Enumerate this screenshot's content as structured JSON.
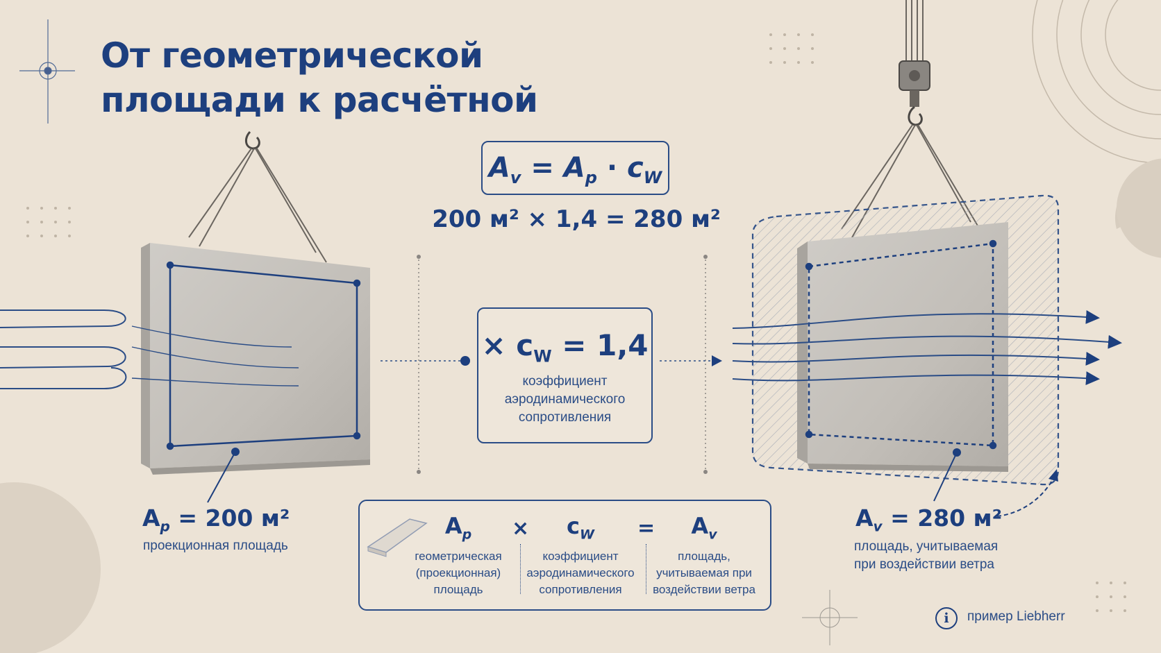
{
  "title": {
    "line1": "От геометрической",
    "line2": "площади к расчётной"
  },
  "formula": {
    "lhs": "A",
    "lhs_sub": "v",
    "eq": " = ",
    "a": "A",
    "a_sub": "p",
    "dot": " · ",
    "c": "c",
    "c_sub": "W"
  },
  "calculation": "200 м² × 1,4 = 280 м²",
  "coefficient": {
    "prefix": "× c",
    "sub": "W",
    "value": " = 1,4",
    "desc_line1": "коэффициент",
    "desc_line2": "аэродинамического",
    "desc_line3": "сопротивления"
  },
  "left_panel": {
    "symbol": "A",
    "symbol_sub": "p",
    "value": " = 200 м²",
    "desc": "проекционная площадь"
  },
  "right_panel": {
    "symbol": "A",
    "symbol_sub": "v",
    "value": " = 280 м²",
    "desc_line1": "площадь, учитываемая",
    "desc_line2": "при воздействии ветра"
  },
  "legend": {
    "ap_symbol": "A",
    "ap_sub": "p",
    "ap_desc_line1": "геометрическая",
    "ap_desc_line2": "(проекционная)",
    "ap_desc_line3": "площадь",
    "times": "×",
    "cw_symbol": "c",
    "cw_sub": "W",
    "cw_desc_line1": "коэффициент",
    "cw_desc_line2": "аэродинамического",
    "cw_desc_line3": "сопротивления",
    "equals": "=",
    "av_symbol": "A",
    "av_sub": "v",
    "av_desc_line1": "площадь,",
    "av_desc_line2": "учитываемая при",
    "av_desc_line3": "воздействии ветра"
  },
  "note": {
    "icon": "info-icon",
    "icon_glyph": "i",
    "text": "пример Liebherr"
  },
  "colors": {
    "background": "#ece3d6",
    "accent_blue": "#1d3f7e",
    "concrete": "#c9c5bf"
  }
}
